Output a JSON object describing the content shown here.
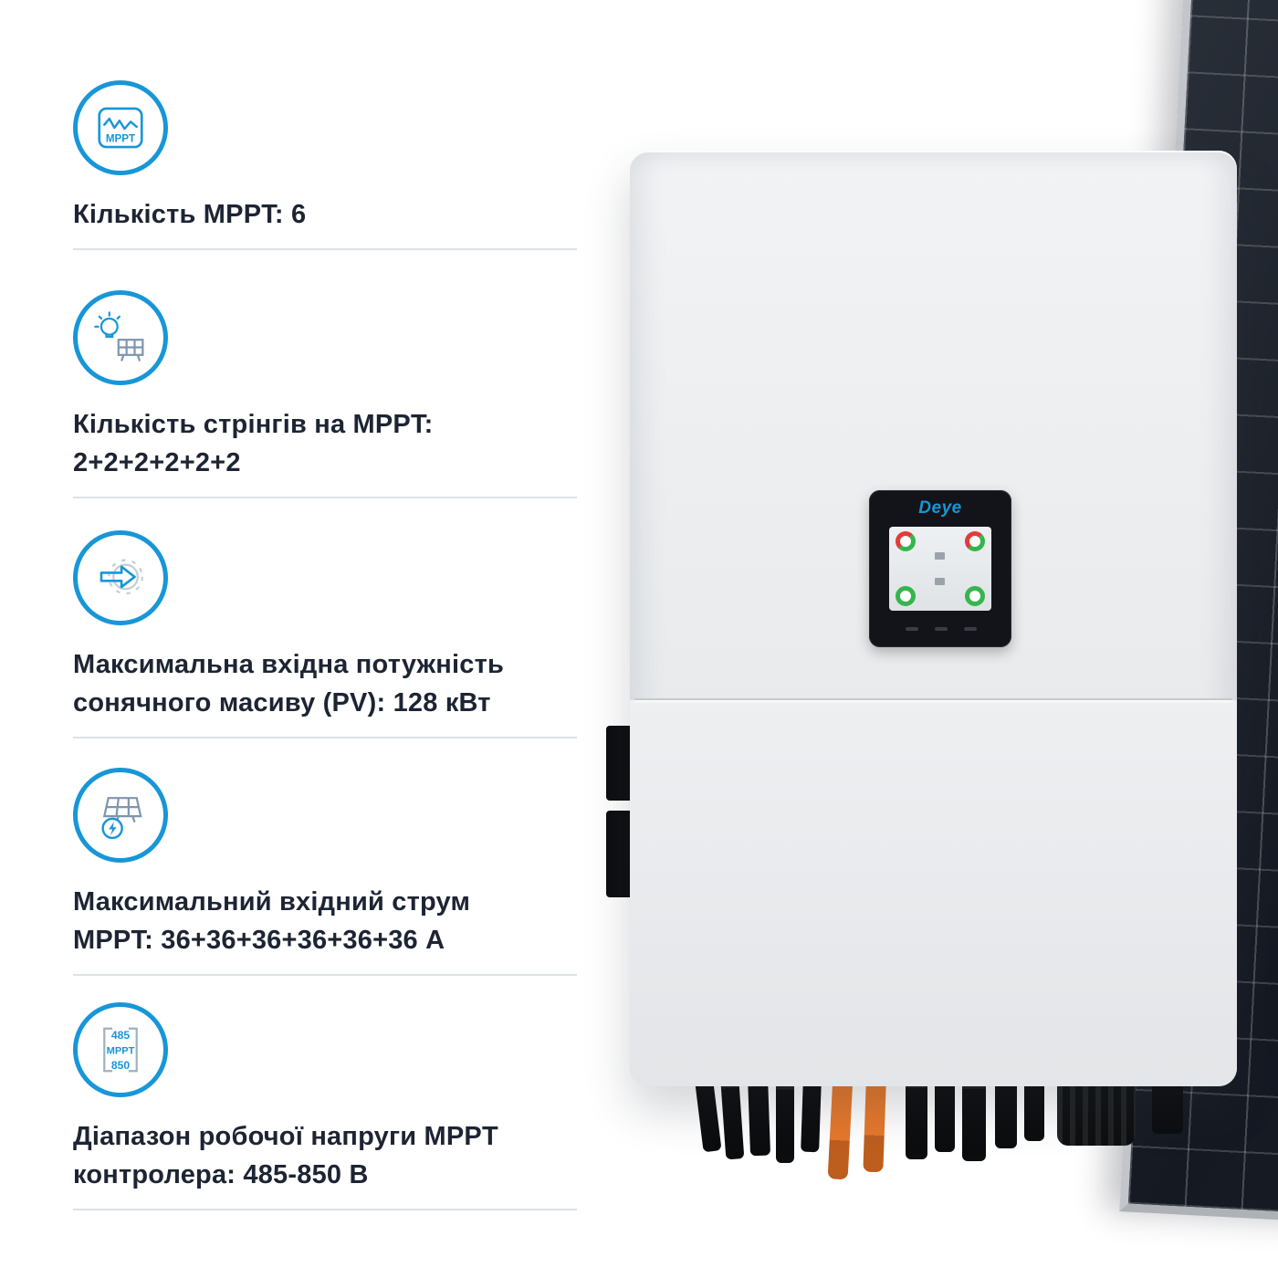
{
  "specs": [
    {
      "line1": "Кількість MPPT: 6",
      "line2": ""
    },
    {
      "line1": "Кількість стрінгів на MPPT:",
      "line2": "2+2+2+2+2+2"
    },
    {
      "line1": "Максимальна вхідна потужність",
      "line2": "сонячного масиву (PV): 128 кВт"
    },
    {
      "line1": "Максимальний вхідний струм",
      "line2": "MPPT: 36+36+36+36+36+36 А"
    },
    {
      "line1": "Діапазон робочої напруги MPPT",
      "line2": "контролера: 485-850 В"
    }
  ],
  "icons": {
    "mppt_label": "MPPT",
    "range_top": "485",
    "range_mid": "MPPT",
    "range_bottom": "850"
  },
  "inverter": {
    "brand": "Deye"
  },
  "colors": {
    "accent_blue": "#1796d8",
    "text_dark": "#1d2433",
    "divider": "#dde2e8",
    "panel_dark": "#151922",
    "connector_orange": "#e5782c",
    "gauge_green": "#35b54d",
    "gauge_red": "#e33b3b"
  }
}
